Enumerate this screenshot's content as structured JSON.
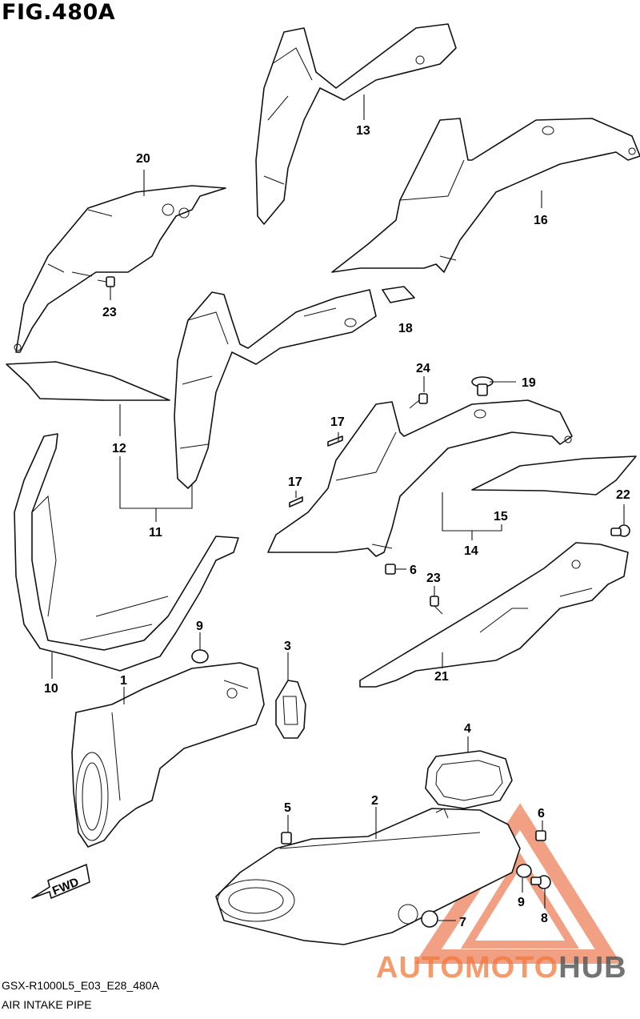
{
  "header": {
    "title": "FIG.480A"
  },
  "footer": {
    "code": "GSX-R1000L5_E03_E28_480A",
    "name": "AIR INTAKE PIPE"
  },
  "fwd_label": "FWD",
  "watermark": {
    "part1": "AUTOMOTO",
    "part2": "HUB",
    "accent_color": "#e8541e"
  },
  "parts": {
    "p1": "1",
    "p2": "2",
    "p3": "3",
    "p4": "4",
    "p5": "5",
    "p6a": "6",
    "p6b": "6",
    "p7": "7",
    "p8": "8",
    "p9a": "9",
    "p9b": "9",
    "p10": "10",
    "p11": "11",
    "p12": "12",
    "p13": "13",
    "p14": "14",
    "p15": "15",
    "p16": "16",
    "p17a": "17",
    "p17b": "17",
    "p18": "18",
    "p19": "19",
    "p20": "20",
    "p21": "21",
    "p22": "22",
    "p23a": "23",
    "p23b": "23",
    "p24": "24"
  }
}
